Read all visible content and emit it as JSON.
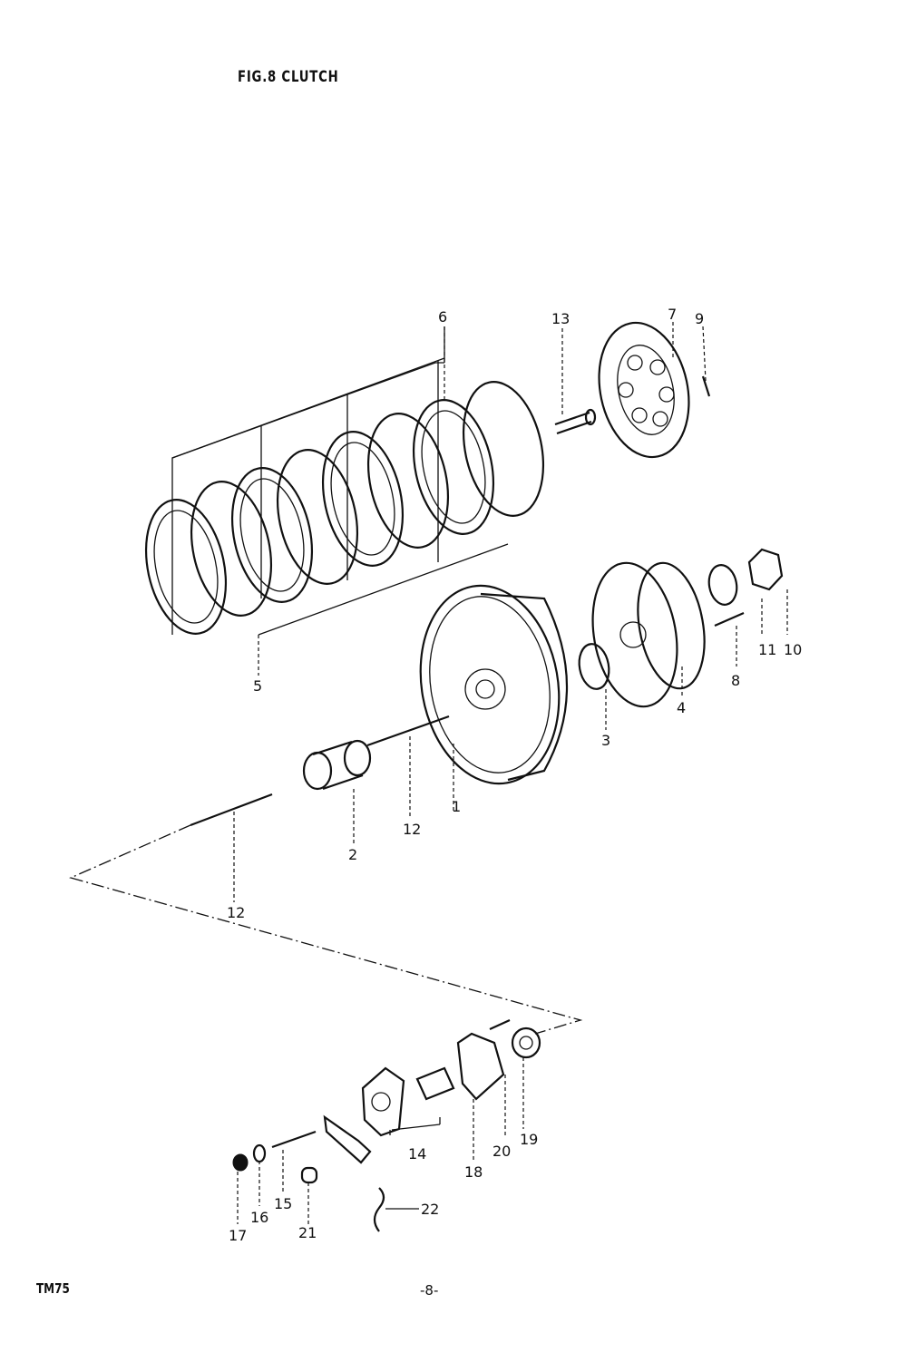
{
  "header": {
    "title": "FIG.8  CLUTCH"
  },
  "footer": {
    "model": "TM75",
    "page": "-8-"
  },
  "callouts": [
    "1",
    "2",
    "3",
    "4",
    "5",
    "6",
    "7",
    "8",
    "9",
    "10",
    "11",
    "12",
    "13",
    "14",
    "15",
    "16",
    "17",
    "18",
    "19",
    "20",
    "21",
    "22"
  ]
}
